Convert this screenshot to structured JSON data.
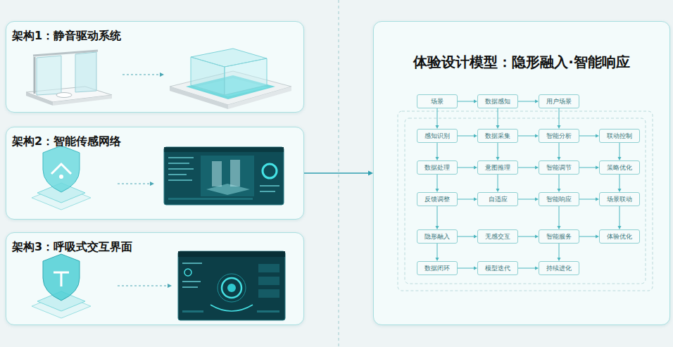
{
  "diagram": {
    "nodes": [
      {
        "text": [
          "架构1：静音驱动系统"
        ]
      },
      {
        "text": [
          "架构2：智能传感网络"
        ]
      },
      {
        "text": [
          "架构3：呼吸式交互界面"
        ]
      },
      {
        "text": [
          "体验设计模型：隐形融入·智能响应"
        ]
      },
      {
        "text": [
          "场景"
        ],
        "in": 3
      },
      {
        "text": [
          "数据感知"
        ],
        "in": 3
      },
      {
        "text": [
          "用户场景"
        ],
        "in": 3
      },
      {
        "text": [
          "感知识别"
        ],
        "in": 3
      },
      {
        "text": [
          "数据采集"
        ],
        "in": 3
      },
      {
        "text": [
          "智能分析"
        ],
        "in": 3
      },
      {
        "text": [
          "联动控制"
        ],
        "in": 3
      },
      {
        "text": [
          "数据处理"
        ],
        "in": 3
      },
      {
        "text": [
          "意图推理"
        ],
        "in": 3
      },
      {
        "text": [
          "智能调节"
        ],
        "in": 3
      },
      {
        "text": [
          "策略优化"
        ],
        "in": 3
      },
      {
        "text": [
          "反馈调整"
        ],
        "in": 3
      },
      {
        "text": [
          "自适应"
        ],
        "in": 3
      },
      {
        "text": [
          "智能响应"
        ],
        "in": 3
      },
      {
        "text": [
          "场景联动"
        ],
        "in": 3
      },
      {
        "text": [
          "隐形融入"
        ],
        "in": 3
      },
      {
        "text": [
          "无感交互"
        ],
        "in": 3
      },
      {
        "text": [
          "智能服务"
        ],
        "in": 3
      },
      {
        "text": [
          "体验优化"
        ],
        "in": 3
      },
      {
        "text": [
          "数据闭环"
        ],
        "in": 3
      },
      {
        "text": [
          "模型迭代"
        ],
        "in": 3
      },
      {
        "text": [
          "持续进化"
        ],
        "in": 3
      }
    ],
    "edges": [
      {
        "from": 1,
        "to": 3,
        "arrow": "to"
      },
      {
        "from": 4,
        "to": 5,
        "arrow": "to"
      },
      {
        "from": 5,
        "to": 6,
        "arrow": "to"
      },
      {
        "from": 4,
        "to": 7,
        "arrow": "to"
      },
      {
        "from": 5,
        "to": 8,
        "arrow": "to"
      },
      {
        "from": 6,
        "to": 9,
        "arrow": "to"
      },
      {
        "from": 7,
        "to": 8,
        "arrow": "to"
      },
      {
        "from": 8,
        "to": 9,
        "arrow": "to"
      },
      {
        "from": 9,
        "to": 10,
        "arrow": "to"
      },
      {
        "from": 7,
        "to": 11,
        "arrow": "to"
      },
      {
        "from": 8,
        "to": 12,
        "arrow": "to"
      },
      {
        "from": 9,
        "to": 13,
        "arrow": "to"
      },
      {
        "from": 10,
        "to": 14,
        "arrow": "to"
      },
      {
        "from": 11,
        "to": 12,
        "arrow": "to"
      },
      {
        "from": 12,
        "to": 13,
        "arrow": "to"
      },
      {
        "from": 13,
        "to": 14,
        "arrow": "to"
      },
      {
        "from": 11,
        "to": 15,
        "arrow": "to"
      },
      {
        "from": 12,
        "to": 16,
        "arrow": "to"
      },
      {
        "from": 13,
        "to": 17,
        "arrow": "to"
      },
      {
        "from": 14,
        "to": 18,
        "arrow": "to"
      },
      {
        "from": 15,
        "to": 16,
        "arrow": "to"
      },
      {
        "from": 16,
        "to": 17,
        "arrow": "to"
      },
      {
        "from": 17,
        "to": 18,
        "arrow": "to"
      },
      {
        "from": 15,
        "to": 19,
        "arrow": "to"
      },
      {
        "from": 17,
        "to": 21,
        "arrow": "to"
      },
      {
        "from": 18,
        "to": 22,
        "arrow": "to"
      },
      {
        "from": 19,
        "to": 20,
        "arrow": "to"
      },
      {
        "from": 20,
        "to": 21,
        "arrow": "to"
      },
      {
        "from": 21,
        "to": 22,
        "arrow": "to"
      },
      {
        "from": 19,
        "to": 23,
        "arrow": "to"
      },
      {
        "from": 21,
        "to": 25,
        "arrow": "to"
      },
      {
        "from": 23,
        "to": 24,
        "arrow": "to"
      },
      {
        "from": 24,
        "to": 25,
        "arrow": "to"
      }
    ]
  }
}
